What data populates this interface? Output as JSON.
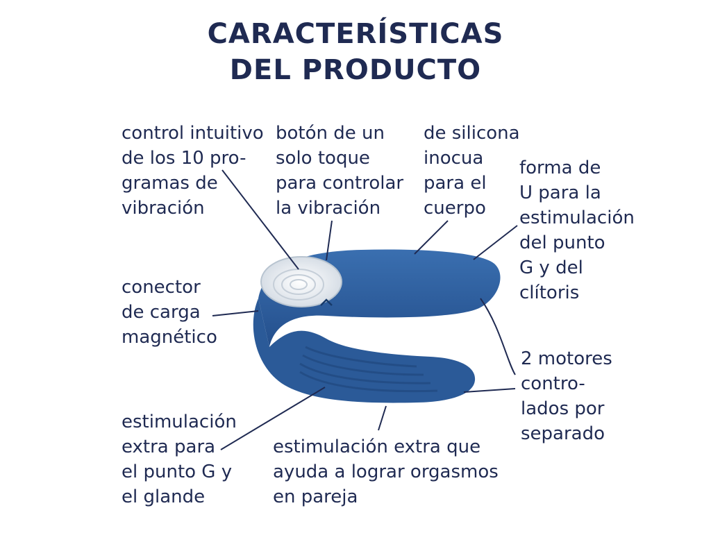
{
  "title": {
    "line1": "CARACTERÍSTICAS",
    "line2": "DEL PRODUCTO"
  },
  "labels": {
    "control": [
      "control intuitivo",
      "de los 10 pro-",
      "gramas de",
      "vibración"
    ],
    "boton": [
      "botón de un",
      "solo toque",
      "para controlar",
      "la vibración"
    ],
    "silicona": [
      "de silicona",
      "inocua",
      "para el",
      "cuerpo"
    ],
    "forma": [
      "forma de",
      "U para la",
      "estimulación",
      "del punto",
      "G y del",
      "clítoris"
    ],
    "conector": [
      "conector",
      "de carga",
      "magnético"
    ],
    "motores": [
      "2 motores",
      "contro-",
      "lados por",
      "separado"
    ],
    "extra_g": [
      "estimulación",
      "extra para",
      "el punto G y",
      "el glande"
    ],
    "extra_pareja": [
      "estimulación extra que",
      "ayuda a lograr orgasmos",
      "en pareja"
    ]
  },
  "colors": {
    "text": "#1f2a52",
    "product": "#2f5f9e",
    "product_dark": "#1e4478",
    "button": "#e8ecf0"
  }
}
